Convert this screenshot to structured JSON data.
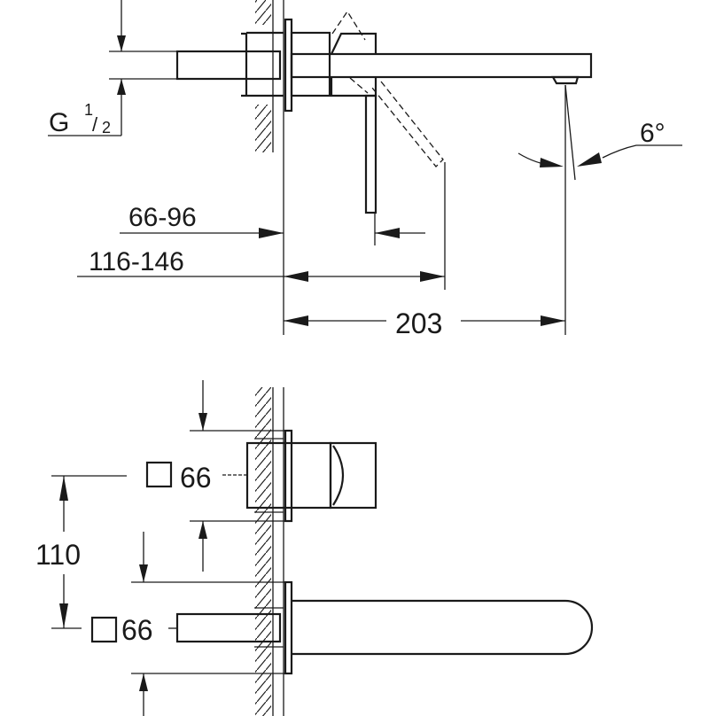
{
  "side_view": {
    "thread_label": "G",
    "thread_num": "1",
    "thread_den": "2",
    "angle_label": "6°",
    "dim_lever_depth": "66-96",
    "dim_handle_depth": "116-146",
    "dim_spout_reach": "203"
  },
  "front_view": {
    "upper_rosette_size": "66",
    "lower_rosette_size": "66",
    "dim_center_distance": "110"
  }
}
